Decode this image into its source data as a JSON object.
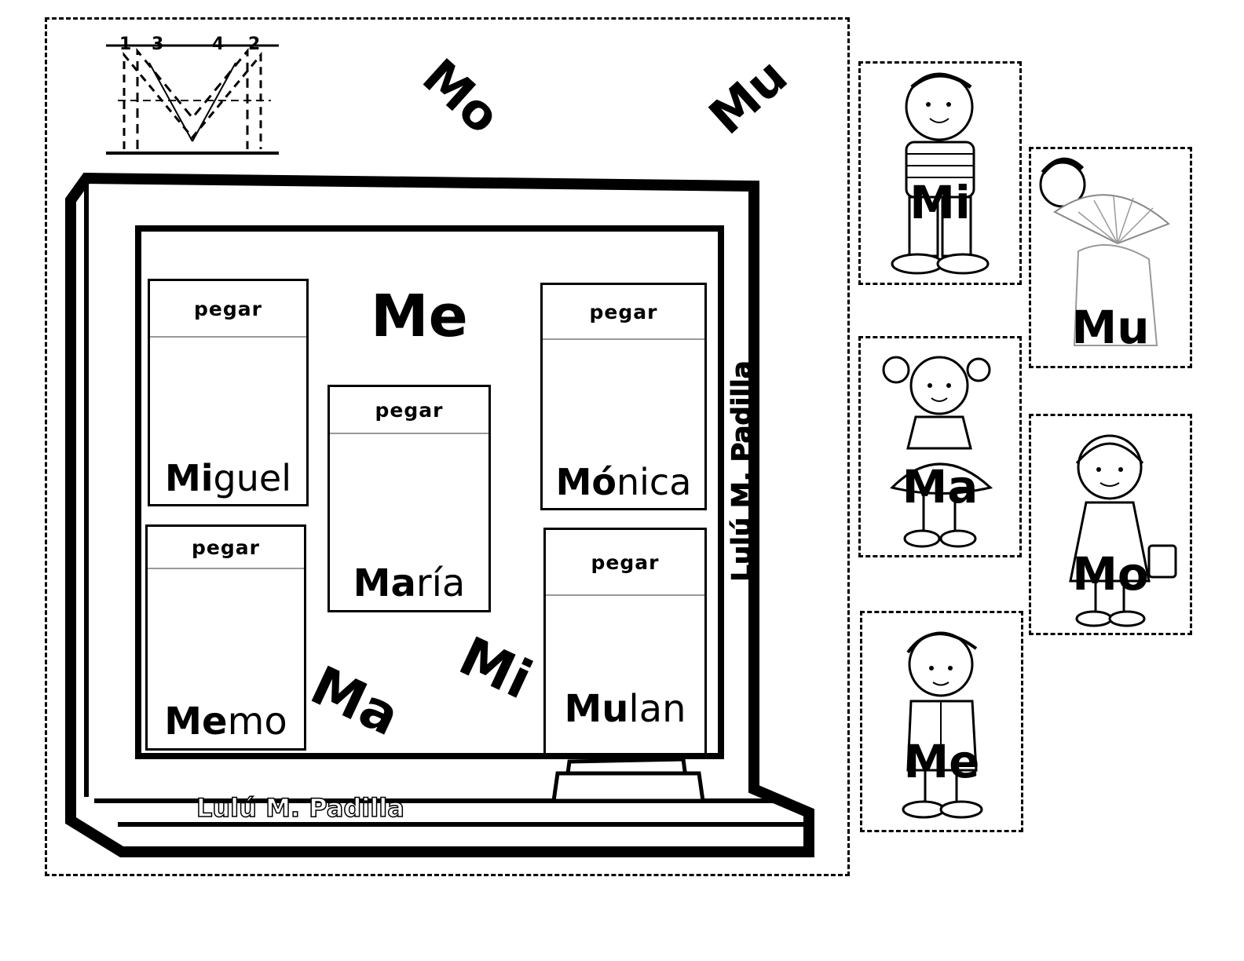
{
  "worksheet": {
    "guide_letter": "M",
    "stroke_numbers": [
      "1",
      "3",
      "4",
      "2"
    ],
    "author_credit_vertical": "Lulú M. Padilla",
    "author_credit_ledge": "Lulú M. Padilla"
  },
  "board": {
    "cards": [
      {
        "label": "pegar",
        "name_bold": "Mi",
        "name_rest": "guel"
      },
      {
        "label": "pegar",
        "name_bold": "Me",
        "name_rest": "mo"
      },
      {
        "label": "pegar",
        "name_bold": "Ma",
        "name_rest": "ría"
      },
      {
        "label": "pegar",
        "name_bold": "Mó",
        "name_rest": "nica"
      },
      {
        "label": "pegar",
        "name_bold": "Mu",
        "name_rest": "lan"
      }
    ],
    "floating_syllables": {
      "mo": "Mo",
      "mu": "Mu",
      "me": "Me",
      "ma": "Ma",
      "mi": "Mi"
    }
  },
  "cutouts": [
    {
      "syllable": "Mi",
      "icon": "boy-striped-shirt-icon"
    },
    {
      "syllable": "Mu",
      "icon": "mulan-fan-icon"
    },
    {
      "syllable": "Ma",
      "icon": "girl-tutu-icon"
    },
    {
      "syllable": "Mo",
      "icon": "girl-bag-icon"
    },
    {
      "syllable": "Me",
      "icon": "boy-jacket-icon"
    }
  ]
}
